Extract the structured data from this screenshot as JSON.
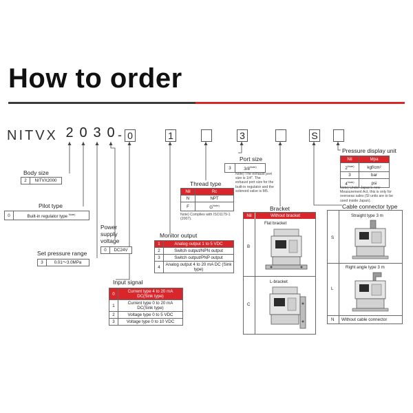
{
  "title": "How to order",
  "model": {
    "prefix": "NITVX",
    "digits": [
      "2",
      "0",
      "3",
      "0"
    ],
    "dash": "-",
    "codes": [
      "0",
      "1",
      "",
      "3",
      "",
      "S",
      ""
    ]
  },
  "body_size": {
    "label": "Body size",
    "rows": [
      [
        "2",
        "NITVX2000"
      ]
    ]
  },
  "pilot_type": {
    "label": "Pilot type",
    "rows": [
      [
        "0",
        "Built-in regulator type",
        "Note)"
      ]
    ]
  },
  "set_pressure": {
    "label": "Set pressure range",
    "rows": [
      [
        "3",
        "0.01～3.0MPa"
      ]
    ]
  },
  "power_supply": {
    "label_lines": [
      "Power",
      "supply",
      "voltage"
    ],
    "rows": [
      [
        "0",
        "DC24V"
      ]
    ]
  },
  "input_signal": {
    "label": "Input signal",
    "rows": [
      [
        "0",
        "Current type 4 to 20 mA DC(Sink type)"
      ],
      [
        "1",
        "Current type 0 to 20 mA DC(Sink type)"
      ],
      [
        "2",
        "Voltage type 0 to 5 VDC"
      ],
      [
        "3",
        "Voltage type 0 to 10 VDC"
      ]
    ]
  },
  "monitor_output": {
    "label": "Monitor output",
    "rows": [
      [
        "1",
        "Analog output 1 to 5 VDC"
      ],
      [
        "2",
        "Switch output/NPN output"
      ],
      [
        "3",
        "Switch output/PNP output"
      ],
      [
        "4",
        "Analog output 4 to 20 mA DC (Sink type)"
      ]
    ]
  },
  "thread_type": {
    "label": "Thread type",
    "header": [
      "Nil",
      "Rc"
    ],
    "rows": [
      [
        "N",
        "NPT"
      ],
      [
        "F",
        "G",
        "Note)"
      ]
    ],
    "note": "Note) Complies with ISO1179-1 (2007)."
  },
  "port_size": {
    "label": "Port size",
    "rows": [
      [
        "3",
        "3/8",
        "Note)"
      ]
    ],
    "note": "Note) The exhaust port size is 1/4\". The exhaust port size for the built-in regulator and the solenoid valve is M5."
  },
  "bracket": {
    "label": "Bracket",
    "header": [
      "Nil",
      "Without bracket"
    ],
    "rows": [
      [
        "B",
        "Flat bracket"
      ],
      [
        "C",
        "L-bracket"
      ]
    ]
  },
  "pressure_unit": {
    "label": "Pressure display unit",
    "header": [
      "Nil",
      "Mpa"
    ],
    "rows": [
      [
        "2",
        "Note)",
        "kgf/cm²"
      ],
      [
        "3",
        "bar"
      ],
      [
        "4",
        "Note)",
        "psi"
      ]
    ],
    "note": "Note) Under Japan's new Measurement Act, this is only for overseas sales (SI units are to be used inside Japan)."
  },
  "cable_connector": {
    "label": "Cable connector type",
    "rows": [
      [
        "S",
        "Straight type 3 m"
      ],
      [
        "L",
        "Right angle type 3 m"
      ],
      [
        "N",
        "Without cable connector"
      ]
    ]
  },
  "colors": {
    "accent": "#d9262b",
    "rule": "#3a3a3a"
  },
  "icons": [
    "flat-bracket-device-icon",
    "l-bracket-device-icon",
    "straight-connector-device-icon",
    "right-angle-connector-device-icon"
  ]
}
